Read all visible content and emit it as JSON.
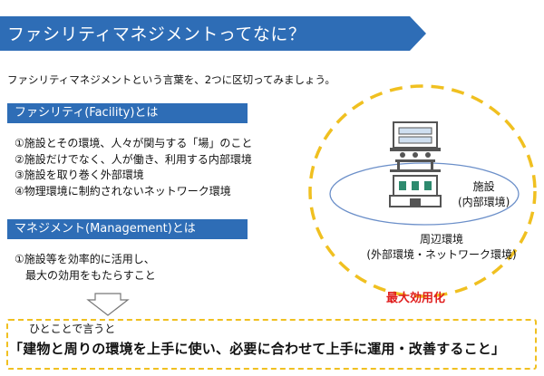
{
  "title": "ファシリティマネジメントってなに？",
  "intro": "ファシリティマネジメントという言葉を、2つに区切ってみましょう。",
  "facility": {
    "heading": "ファシリティ(Facility)とは",
    "items": [
      "①施設とその環境、人々が関与する「場」のこと",
      "②施設だけでなく、人が働き、利用する内部環境",
      "③施設を取り巻く外部環境",
      "④物理環境に制約されないネットワーク環境"
    ]
  },
  "management": {
    "heading": "マネジメント(Management)とは",
    "items": [
      "①施設等を効率的に活用し、",
      "　最大の効用をもたらすこと"
    ]
  },
  "diagram": {
    "inner_label": "施設",
    "inner_sublabel": "(内部環境)",
    "outer_label": "周辺環境",
    "outer_sublabel": "(外部環境・ネットワーク環境)",
    "max_label": "最大効用化"
  },
  "summary": {
    "lead": "ひとことで言うと",
    "main": "「建物と周りの環境を上手に使い、必要に合わせて上手に運用・改善すること」"
  },
  "colors": {
    "banner": "#2e6db6",
    "section": "#2e6db6",
    "dashed": "#f0c020",
    "accent_red": "#e01e1e",
    "ellipse_stroke": "#6b8fc9"
  },
  "icons": [
    "building-icon",
    "office-desk-icon",
    "arrow-down-icon"
  ]
}
